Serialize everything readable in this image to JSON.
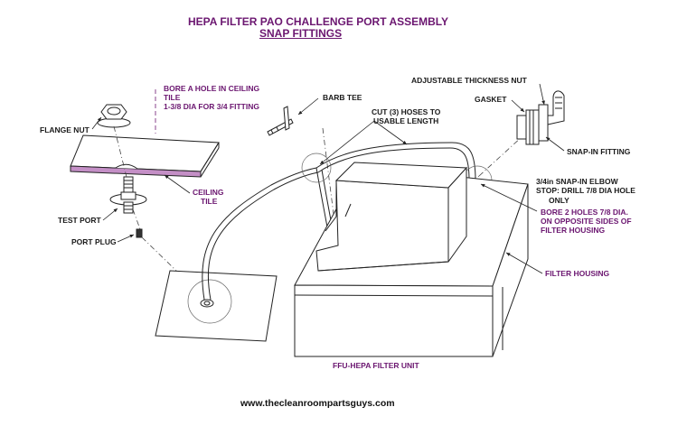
{
  "title": {
    "line1": "HEPA FILTER PAO CHALLENGE PORT ASSEMBLY",
    "line2": "SNAP FITTINGS"
  },
  "labels": {
    "bore_hole_line1": "BORE A HOLE IN CEILING",
    "bore_hole_line2": "TILE",
    "bore_hole_line3": "1-3/8 DIA FOR 3/4 FITTING",
    "flange_nut": "FLANGE NUT",
    "ceiling_tile_line1": "CEILING",
    "ceiling_tile_line2": "TILE",
    "test_port": "TEST PORT",
    "port_plug": "PORT PLUG",
    "barb_tee": "BARB TEE",
    "cut_hoses_line1": "CUT (3) HOSES TO",
    "cut_hoses_line2": "USABLE LENGTH",
    "adjustable_nut": "ADJUSTABLE THICKNESS NUT",
    "gasket": "GASKET",
    "snap_in_fitting": "SNAP-IN FITTING",
    "elbow_line1": "3/4in SNAP-IN ELBOW",
    "elbow_line2": "STOP: DRILL 7/8 DIA HOLE",
    "elbow_line3": "ONLY",
    "bore2_line1": "BORE 2 HOLES 7/8 DIA.",
    "bore2_line2": "ON OPPOSITE SIDES OF",
    "bore2_line3": "FILTER HOUSING",
    "filter_housing": "FILTER HOUSING",
    "ffu_unit": "FFU-HEPA FILTER UNIT"
  },
  "footer": {
    "website": "www.thecleanroompartsguys.com"
  },
  "colors": {
    "accent": "#6b1670",
    "line": "#222222",
    "tile_edge": "#c48fc6"
  }
}
